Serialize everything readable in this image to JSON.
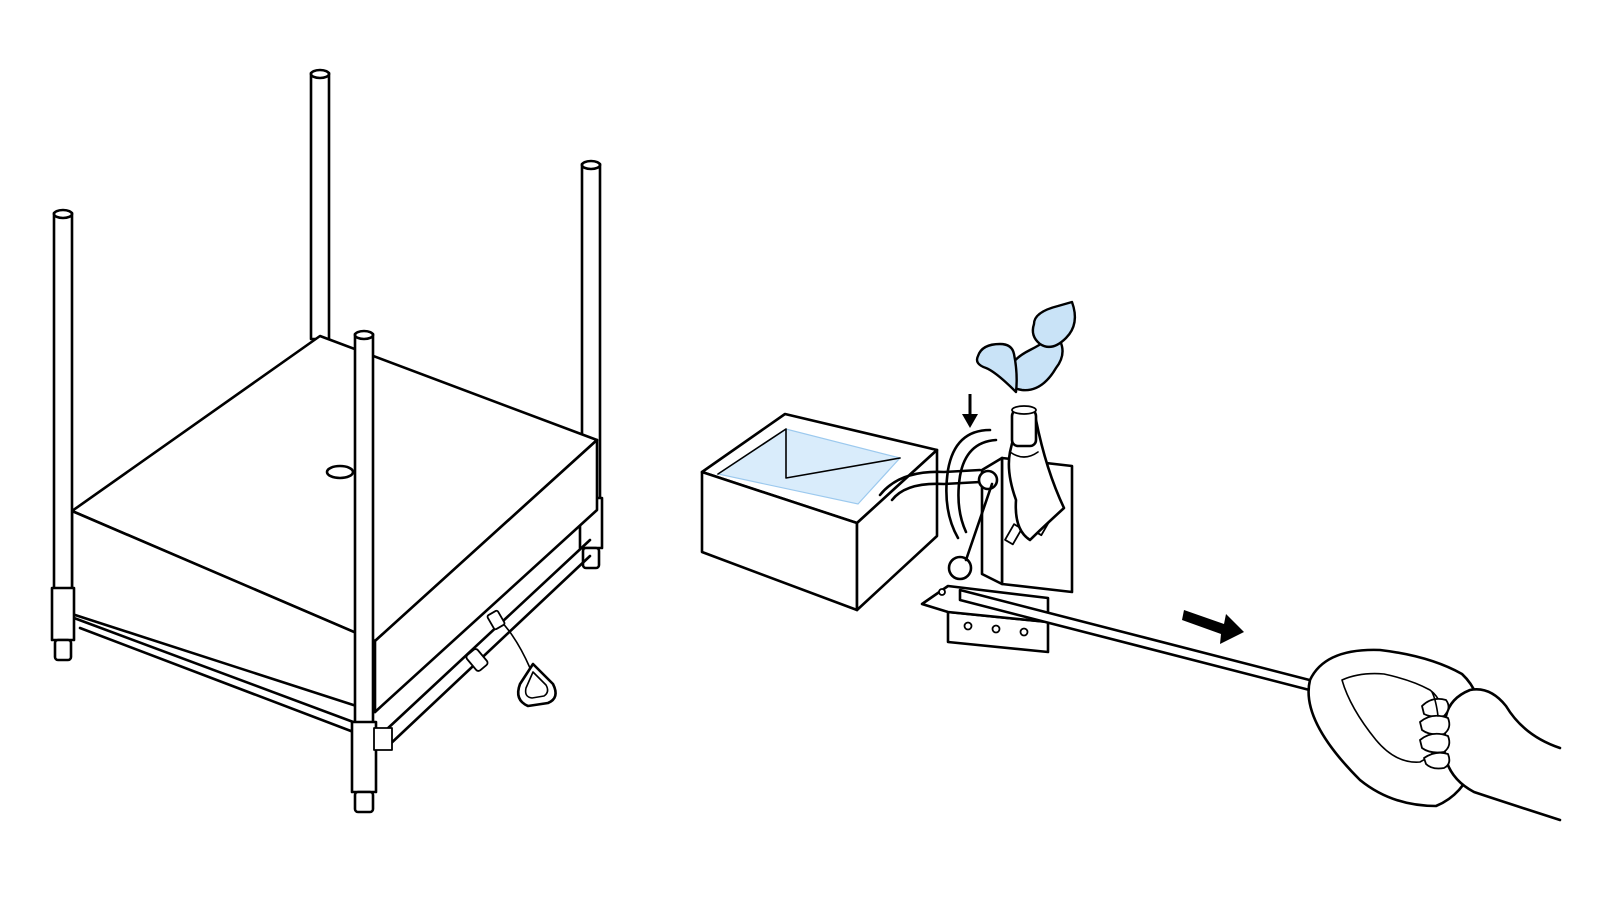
{
  "figure": {
    "colors": {
      "background": "#ffffff",
      "line": "#000000",
      "water": "#d9ecfb",
      "water_edge": "#9cc9ee",
      "splash": "#c9e3f7"
    },
    "panels": [
      {
        "name": "frame-with-base-assembly",
        "parts": [
          "corner-post",
          "base-box",
          "pull-handle-cord"
        ]
      },
      {
        "name": "pump-mechanism-demo",
        "parts": [
          "water-tank",
          "pump-lever",
          "nozzle",
          "water-splash",
          "push-rod",
          "mounting-plate",
          "hand-pulling-handle",
          "direction-arrow"
        ]
      }
    ]
  }
}
